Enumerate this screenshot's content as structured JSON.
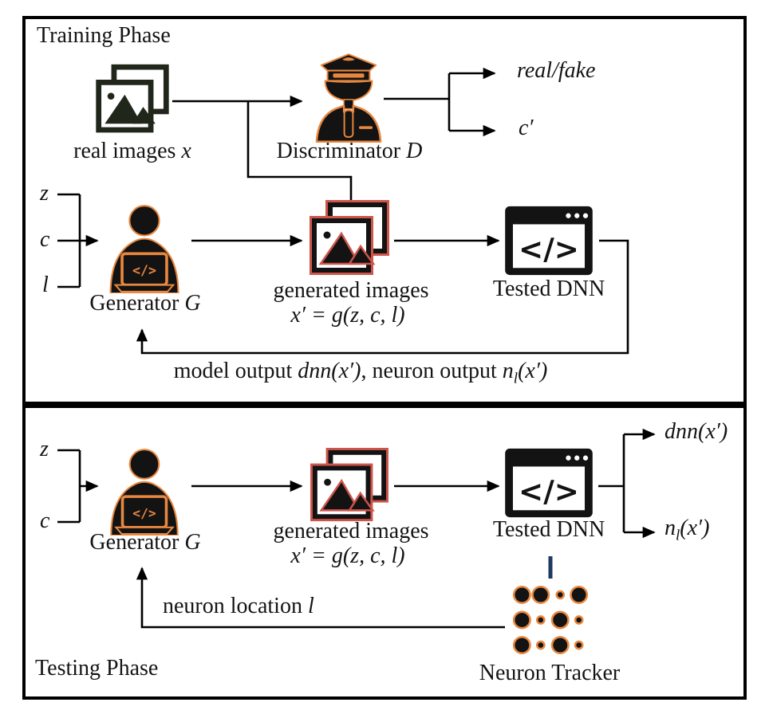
{
  "training": {
    "phase_label": "Training Phase",
    "inputs": {
      "z": "z",
      "c": "c",
      "l": "l"
    },
    "real_images": {
      "label": "real images",
      "var": "x"
    },
    "discriminator": {
      "label": "Discriminator",
      "var": "D"
    },
    "outputs": {
      "real_fake": "real/fake",
      "c_prime": "c′"
    },
    "generator": {
      "label": "Generator",
      "var": "G"
    },
    "generated_images": {
      "label": "generated images",
      "formula": "x′ = g(z, c, l)"
    },
    "tested_dnn": {
      "label": "Tested DNN"
    },
    "feedback": {
      "text1": "model output ",
      "math1": "dnn(x′)",
      "text2": ", neuron output ",
      "math2_base": "n",
      "math2_sub": "l",
      "math2_tail": "(x′)"
    }
  },
  "testing": {
    "phase_label": "Testing Phase",
    "inputs": {
      "z": "z",
      "c": "c"
    },
    "generator": {
      "label": "Generator",
      "var": "G"
    },
    "generated_images": {
      "label": "generated images",
      "formula": "x′ = g(z, c, l)"
    },
    "tested_dnn": {
      "label": "Tested DNN"
    },
    "outputs": {
      "dnn": "dnn(x′)",
      "n_base": "n",
      "n_sub": "l",
      "n_tail": "(x′)"
    },
    "neuron_tracker": {
      "label": "Neuron Tracker"
    },
    "feedback": {
      "text": "neuron location ",
      "var": "l"
    }
  },
  "icons": {
    "code_glyph": "</>"
  },
  "colors": {
    "line": "#000000",
    "icon_black": "#131313",
    "icon_orange": "#e8873f",
    "real_frame": "#20261a",
    "generated_halo": "#cd554b",
    "navy_connector": "#1e3a5f"
  }
}
